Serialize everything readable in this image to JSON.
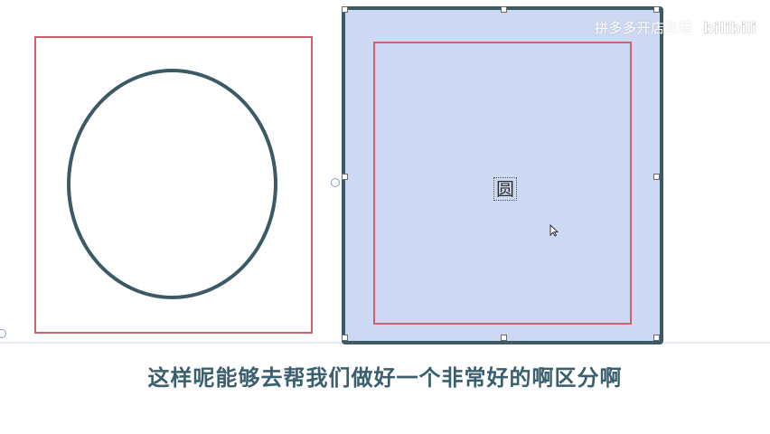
{
  "canvas": {
    "left_shape": {
      "kind": "circle-in-frame",
      "frame_color": "#d0606e",
      "circle_color": "#3c5a66"
    },
    "right_shape": {
      "kind": "selected-rectangle",
      "fill_color": "#cdd8f2",
      "border_color": "#3c5a66",
      "inner_frame_color": "#d0606e",
      "text": "圆"
    }
  },
  "overlay": {
    "watermark": "拼多多开店教程",
    "logo_text": "bilibili"
  },
  "subtitle": "这样呢能够去帮我们做好一个非常好的啊区分啊",
  "icons": {
    "cursor": "mouse-pointer-icon",
    "logo": "bilibili-logo-icon"
  }
}
